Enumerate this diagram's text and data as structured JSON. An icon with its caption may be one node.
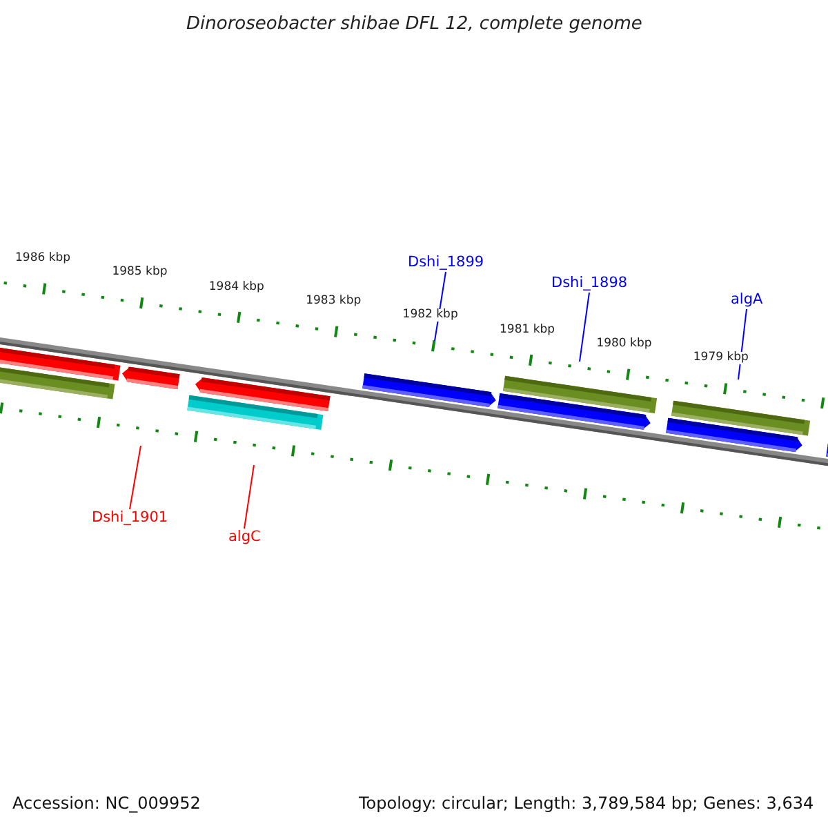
{
  "diagram": {
    "title": "Dinoroseobacter shibae DFL 12, complete genome",
    "nodes": [
      {
        "text": [
          "Dshi_1899"
        ]
      },
      {
        "text": [
          "Dshi_1898"
        ]
      },
      {
        "text": [
          "algA"
        ]
      },
      {
        "text": [
          "Dshi_1901"
        ]
      },
      {
        "text": [
          "algC"
        ]
      }
    ],
    "edges": [
      {
        "from": 0,
        "to": null,
        "arrow": "none",
        "color": "#0000ff"
      },
      {
        "from": 1,
        "to": null,
        "arrow": "none",
        "color": "#0000ff"
      },
      {
        "from": 2,
        "to": null,
        "arrow": "none",
        "color": "#0000ff"
      },
      {
        "from": 3,
        "to": null,
        "arrow": "none",
        "color": "#ff0000"
      },
      {
        "from": 4,
        "to": null,
        "arrow": "none",
        "color": "#ff0000"
      }
    ],
    "labels": [
      "1986 kbp",
      "1985 kbp",
      "1984 kbp",
      "1983 kbp",
      "1982 kbp",
      "1981 kbp",
      "1980 kbp",
      "1979 kbp",
      "Accession: NC_009952",
      "Topology: circular; Length: 3,789,584 bp; Genes: 3,634"
    ]
  }
}
